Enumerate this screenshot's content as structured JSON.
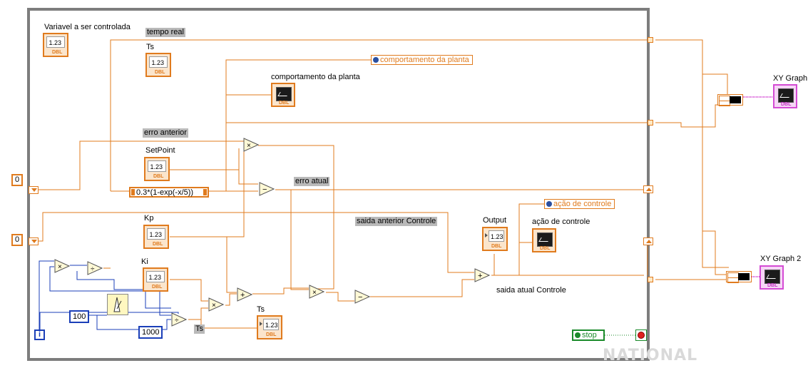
{
  "labels": {
    "variavel": "Variavel a ser controlada",
    "tempo_real": "tempo real",
    "ts_top": "Ts",
    "comportamento_planta_graph": "comportamento da planta",
    "erro_anterior": "erro anterior",
    "setpoint": "SetPoint",
    "erro_atual": "erro atual",
    "saida_anterior": "saida anterior Controle",
    "kp": "Kp",
    "ki": "Ki",
    "output": "Output",
    "acao_controle_ind": "ação de controle",
    "saida_atual": "saida atual Controle",
    "ts_bottom_ctrl": "Ts",
    "ts_bottom_wire": "Ts",
    "xy_graph": "XY Graph",
    "xy_graph2": "XY Graph 2"
  },
  "property_nodes": {
    "comportamento": "comportamento da planta",
    "acao": "ação de controle"
  },
  "formula": "0.3*(1-exp(-x/5))",
  "constants": {
    "init_top": "0",
    "init_bottom": "0",
    "c100": "100",
    "c1000": "1000",
    "iter": "i"
  },
  "controls": {
    "numeric_display": "1.23",
    "dbl": "DBL"
  },
  "stop_label": "stop",
  "watermark": "NATIONAL",
  "colors": {
    "orange_wire": "#e07b1e",
    "blue_wire": "#1b3fb8",
    "pink_wire": "#d44bd4",
    "green_wire": "#1a8a2a",
    "loop_border": "#7d7d7d"
  }
}
